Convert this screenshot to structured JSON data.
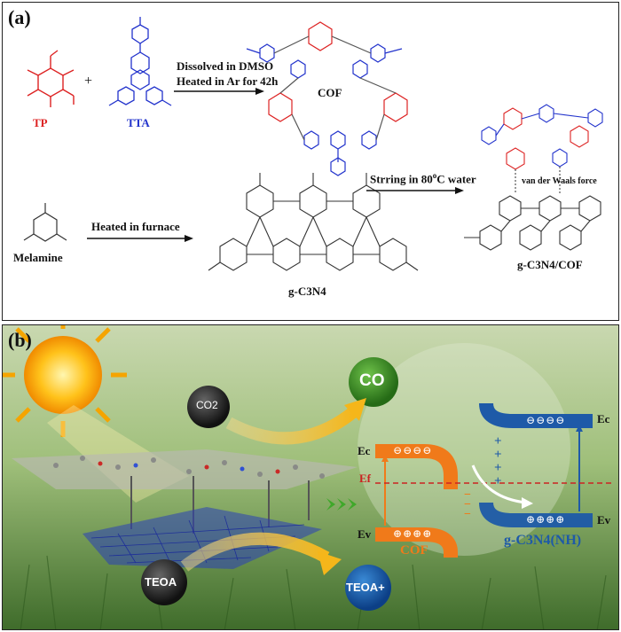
{
  "panel_a": {
    "label": "(a)",
    "tp_label": "TP",
    "tta_label": "TTA",
    "plus": "+",
    "arrow1_line1": "Dissolved in DMSO",
    "arrow1_line2": "Heated in Ar for 42h",
    "cof_label": "COF",
    "arrow2_label": "Heated in furnace",
    "melamine_label": "Melamine",
    "gc3n4_label": "g-C3N4",
    "arrow3_label_pre": "Strring in 80",
    "arrow3_sup": "o",
    "arrow3_label_post": "C water",
    "vdw_label": "van der Waals force",
    "composite_label": "g-C3N4/COF"
  },
  "panel_b": {
    "label": "(b)",
    "co2_label": "CO2",
    "co_label": "CO",
    "teoa_label": "TEOA",
    "teoa_plus_label": "TEOA+",
    "cof_label": "COF",
    "gcn_label": "g-C3N4(NH)",
    "ec_left": "Ec",
    "ef_left": "Ef",
    "ev_left": "Ev",
    "ec_right": "Ec",
    "ev_right": "Ev",
    "electron_symbol": "⊖",
    "hole_symbol": "⊕",
    "plus_sign": "+",
    "minus_sign": "−"
  },
  "colors": {
    "red": "#d22222",
    "blue": "#2233cc",
    "orange": "#f07a1a",
    "band_blue": "#1e5aa8",
    "grass": "#5a8a3a"
  }
}
